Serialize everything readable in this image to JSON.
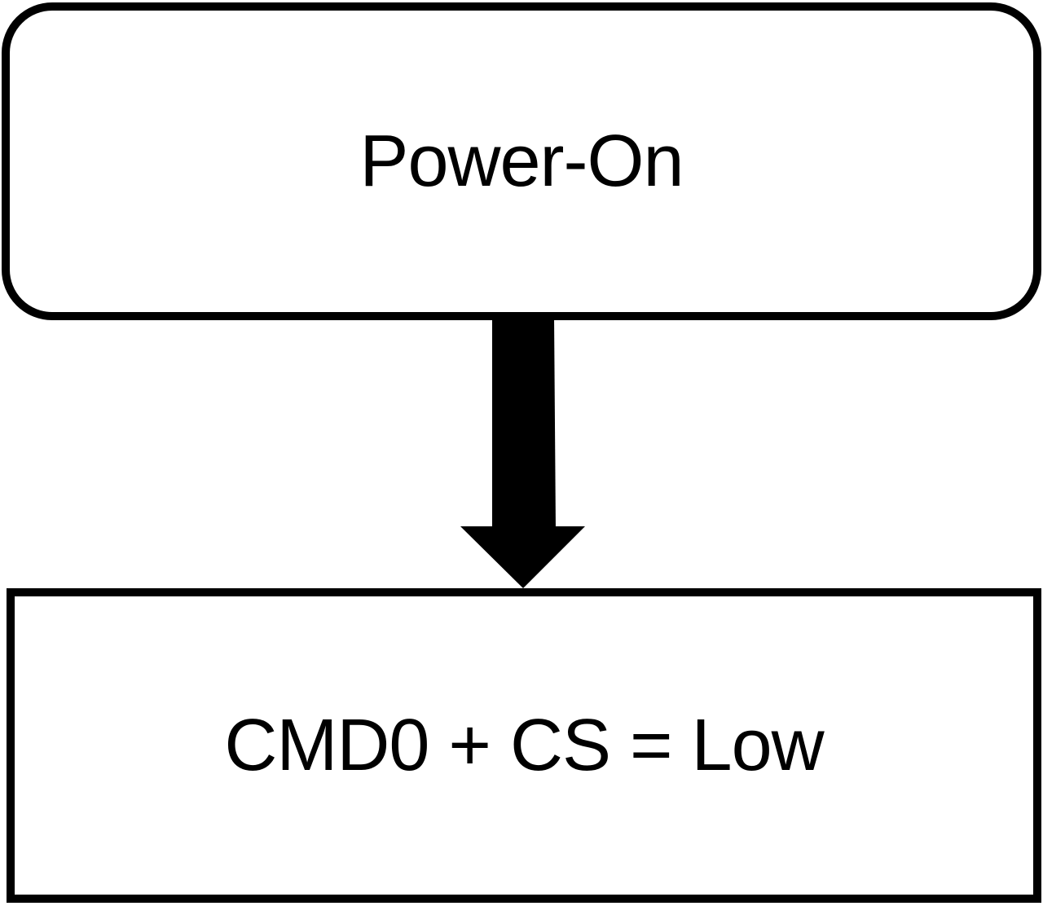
{
  "diagram": {
    "nodes": [
      {
        "id": "power-on",
        "label": "Power-On",
        "shape": "rounded-rectangle"
      },
      {
        "id": "cmd0",
        "label": "CMD0 + CS = Low",
        "shape": "rectangle"
      }
    ],
    "edges": [
      {
        "from": "power-on",
        "to": "cmd0",
        "style": "thick-arrow"
      }
    ],
    "colors": {
      "stroke": "#000000",
      "fill": "#ffffff",
      "text": "#000000"
    }
  }
}
